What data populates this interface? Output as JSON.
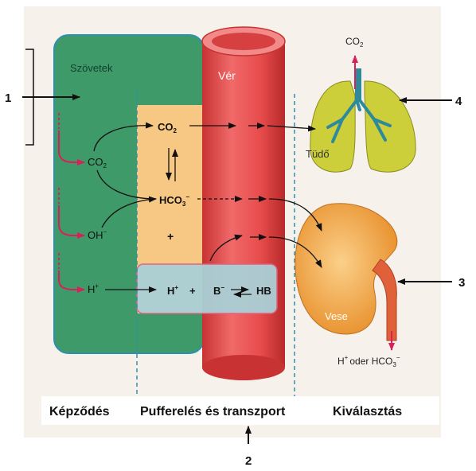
{
  "labels": {
    "tissues": "Szövetek",
    "blood": "Vér",
    "lung": "Tüdő",
    "kidney": "Vese",
    "co2_top": "CO",
    "co2_top_sub": "2",
    "co2_tissue": "CO",
    "co2_tissue_sub": "2",
    "oh": "OH",
    "oh_sup": "−",
    "h": "H",
    "h_sup": "+",
    "co2_blood": "CO",
    "co2_blood_sub": "2",
    "hco3": "HCO",
    "hco3_sub": "3",
    "hco3_sup": "−",
    "plus_mid": "+",
    "buffer_h": "H",
    "buffer_h_sup": "+",
    "buffer_plus": "+",
    "buffer_b": "B",
    "buffer_b_sup": "−",
    "buffer_hb": "HB",
    "excretion_h": "H",
    "excretion_h_sup": "+",
    "excretion_oder": "oder HCO",
    "excretion_sub": "3",
    "excretion_sup": "−"
  },
  "callouts": {
    "one": "1",
    "two": "2",
    "three": "3",
    "four": "4"
  },
  "footer": {
    "formation": "Képződés",
    "buffering": "Pufferelés és transzport",
    "excretion": "Kiválasztás"
  },
  "colors": {
    "tissue_fill": "#3f9a6a",
    "tissue_stroke": "#2f8fb0",
    "buffer_fill": "#f7c884",
    "buffer_box": "#aad0d6",
    "blood": "#e84c4c",
    "lung": "#cccf3a",
    "kidney": "#f0a040",
    "arrow": "#111111",
    "red_arrow": "#d8205a",
    "background": "#f6f1ea"
  }
}
